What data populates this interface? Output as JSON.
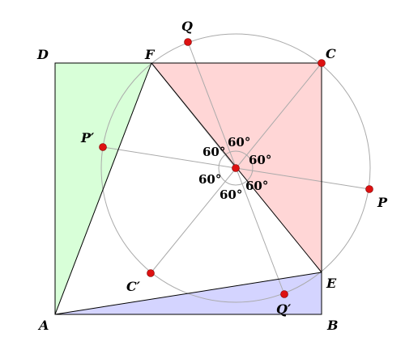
{
  "points": {
    "A": "A",
    "B": "B",
    "C": "C",
    "D": "D",
    "E": "E",
    "F": "F",
    "P": "P",
    "P_prime": "P′",
    "Q": "Q",
    "Q_prime": "Q′",
    "C_prime": "C′"
  },
  "angles": [
    "60°",
    "60°",
    "60°",
    "60°",
    "60°",
    "60°"
  ],
  "colors": {
    "green_fill": "#d8ffd8",
    "pink_fill": "#ffd6d6",
    "blue_fill": "#d4d4ff",
    "point_fill": "#dd1111",
    "construction_line": "#aaaaaa",
    "edge_line": "#000000"
  }
}
